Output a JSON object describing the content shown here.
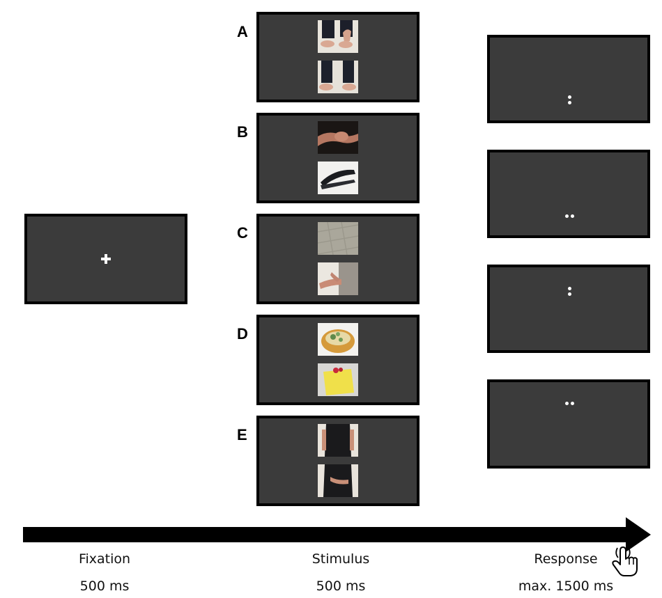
{
  "phases": {
    "fixation": {
      "name": "Fixation",
      "duration": "500 ms"
    },
    "stimulus": {
      "name": "Stimulus",
      "duration": "500 ms"
    },
    "response": {
      "name": "Response",
      "duration": "max. 1500 ms"
    }
  },
  "stimulus_panels": [
    {
      "label": "A"
    },
    {
      "label": "B"
    },
    {
      "label": "C"
    },
    {
      "label": "D"
    },
    {
      "label": "E"
    }
  ],
  "colors": {
    "screen": "#3b3b3b",
    "border": "#000000",
    "symbol": "#ffffff"
  },
  "icons": {
    "fixation": "plus-icon",
    "response": "pointing-hand-icon"
  }
}
